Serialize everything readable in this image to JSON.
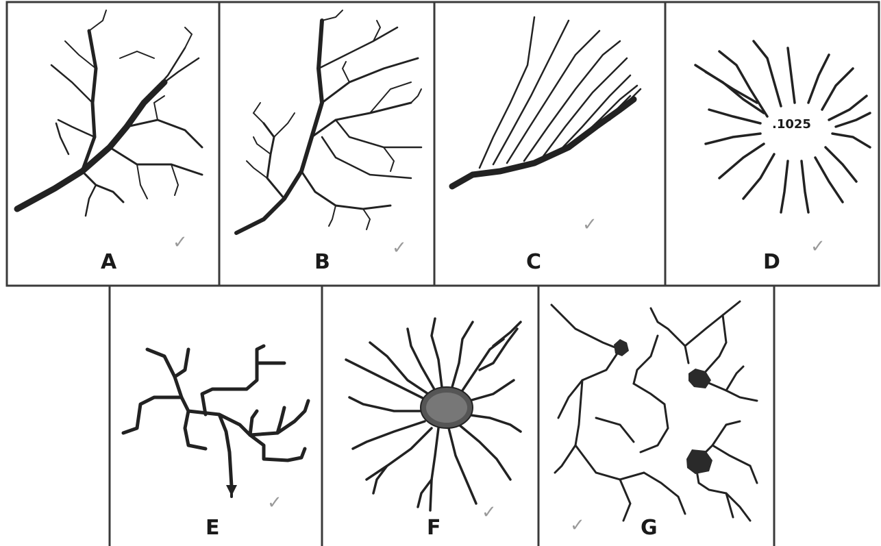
{
  "figure": {
    "ink_color": "#222222",
    "frame_color": "#3a3a3a",
    "check_color": "#9a9a9a",
    "panels": [
      {
        "id": "A",
        "label": "A"
      },
      {
        "id": "B",
        "label": "B"
      },
      {
        "id": "C",
        "label": "C"
      },
      {
        "id": "D",
        "label": "D",
        "center_label": ".1025"
      },
      {
        "id": "E",
        "label": "E"
      },
      {
        "id": "F",
        "label": "F"
      },
      {
        "id": "G",
        "label": "G"
      }
    ],
    "check_mark": "✓"
  }
}
